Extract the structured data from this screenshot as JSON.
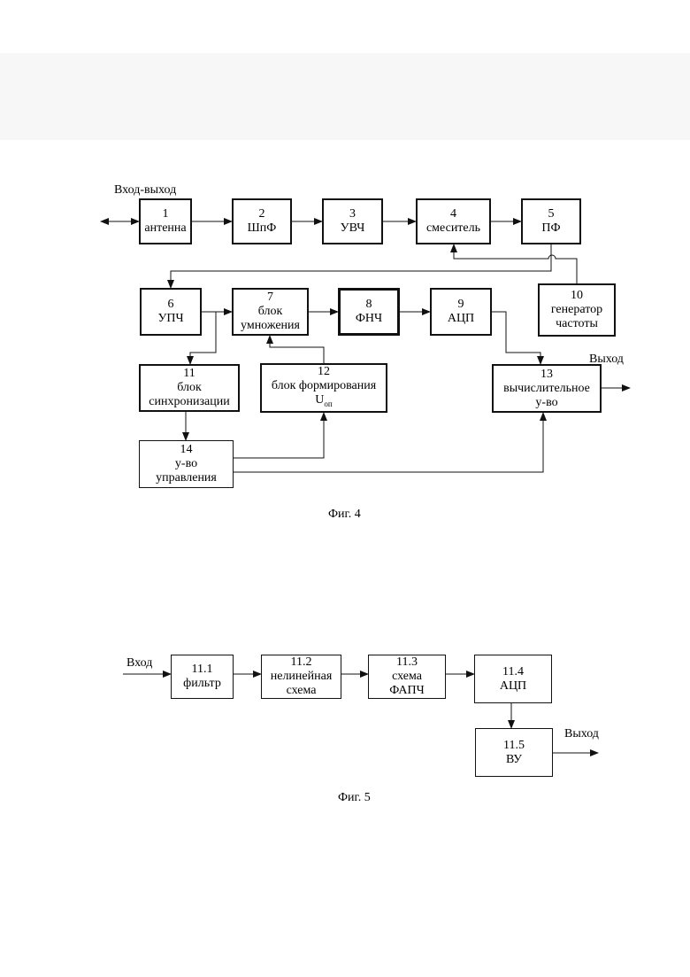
{
  "fig4": {
    "io_label": "Вход-выход",
    "out_label": "Выход",
    "caption": "Фиг. 4",
    "blocks": [
      {
        "num": "1",
        "lines": [
          "антенна"
        ]
      },
      {
        "num": "2",
        "lines": [
          "ШпФ"
        ]
      },
      {
        "num": "3",
        "lines": [
          "УВЧ"
        ]
      },
      {
        "num": "4",
        "lines": [
          "смеситель"
        ]
      },
      {
        "num": "5",
        "lines": [
          "ПФ"
        ]
      },
      {
        "num": "6",
        "lines": [
          "УПЧ"
        ]
      },
      {
        "num": "7",
        "lines": [
          "блок",
          "умножения"
        ]
      },
      {
        "num": "8",
        "lines": [
          "ФНЧ"
        ]
      },
      {
        "num": "9",
        "lines": [
          "АЦП"
        ]
      },
      {
        "num": "10",
        "lines": [
          "генератор",
          "частоты"
        ]
      },
      {
        "num": "11",
        "lines": [
          "блок",
          "синхронизации"
        ]
      },
      {
        "num": "12",
        "lines": [
          "блок формирования",
          "U"
        ],
        "sub": "оп"
      },
      {
        "num": "13",
        "lines": [
          "вычислительное",
          "у-во"
        ]
      },
      {
        "num": "14",
        "lines": [
          "у-во",
          "управления"
        ]
      }
    ]
  },
  "fig5": {
    "in_label": "Вход",
    "out_label": "Выход",
    "caption": "Фиг. 5",
    "blocks": [
      {
        "num": "11.1",
        "lines": [
          "фильтр"
        ]
      },
      {
        "num": "11.2",
        "lines": [
          "нелинейная",
          "схема"
        ]
      },
      {
        "num": "11.3",
        "lines": [
          "схема",
          "ФАПЧ"
        ]
      },
      {
        "num": "11.4",
        "lines": [
          "АЦП"
        ]
      },
      {
        "num": "11.5",
        "lines": [
          "ВУ"
        ]
      }
    ]
  }
}
